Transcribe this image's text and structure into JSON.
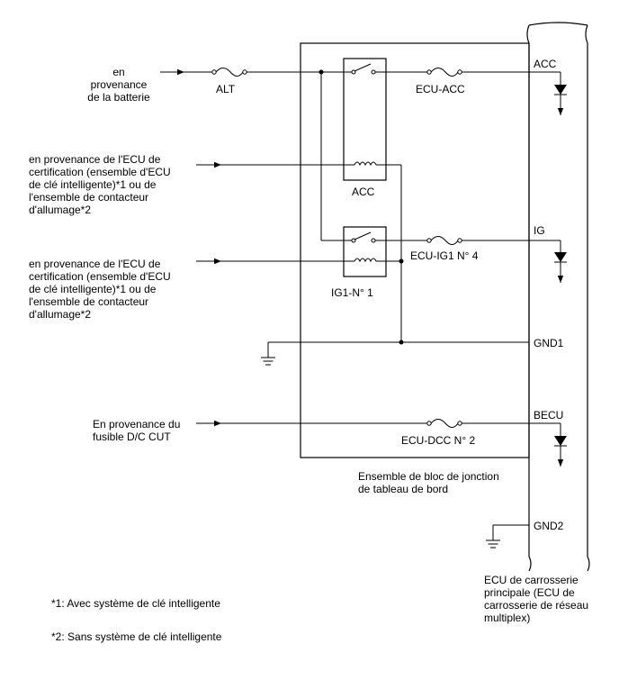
{
  "inputs": {
    "battery": "en\nprovenance\nde la batterie",
    "ecu_cert_1": "en provenance de l'ECU de\ncertification (ensemble d'ECU\nde clé intelligente)*1 ou de\nl'ensemble de contacteur\nd'allumage*2",
    "ecu_cert_2": "en provenance de l'ECU de\ncertification (ensemble d'ECU\nde clé intelligente)*1 ou de\nl'ensemble de contacteur\nd'allumage*2",
    "dcc_fuse": "En provenance du\nfusible D/C CUT"
  },
  "fuses": {
    "alt": "ALT",
    "ecu_acc": "ECU-ACC",
    "ecu_ig1": "ECU-IG1 N° 4",
    "ecu_dcc": "ECU-DCC N° 2"
  },
  "relays": {
    "acc": "ACC",
    "ig1": "IG1-N° 1"
  },
  "terminals": {
    "acc": "ACC",
    "ig": "IG",
    "gnd1": "GND1",
    "becu": "BECU",
    "gnd2": "GND2"
  },
  "blocks": {
    "junction_block": "Ensemble de bloc de jonction\nde tableau de bord",
    "body_ecu": "ECU de carrosserie\nprincipale (ECU de\ncarrosserie de réseau\nmultiplex)"
  },
  "footnotes": {
    "note1": "*1: Avec système de clé intelligente",
    "note2": "*2: Sans système de clé intelligente"
  }
}
